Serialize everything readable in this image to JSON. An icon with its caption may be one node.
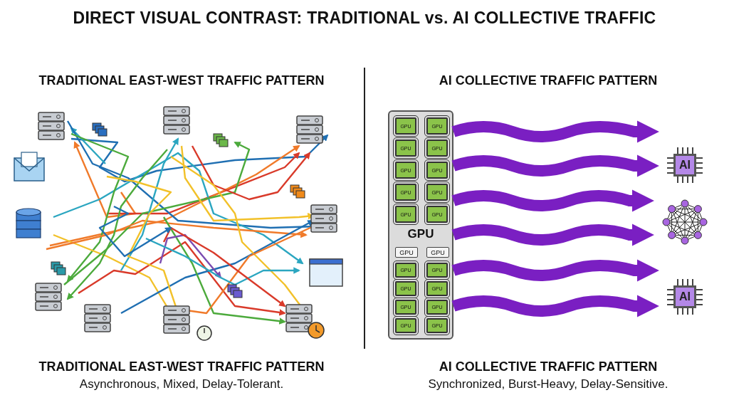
{
  "diagram": {
    "title": "DIRECT VISUAL CONTRAST: TRADITIONAL vs. AI COLLECTIVE TRAFFIC",
    "nodes": [
      {
        "text": [
          "GPU"
        ]
      },
      {
        "text": [
          "GPU"
        ],
        "in": 0
      },
      {
        "text": [
          "GPU"
        ],
        "in": 0
      },
      {
        "text": [
          "GPU"
        ],
        "in": 0
      },
      {
        "text": [
          "GPU"
        ],
        "in": 0
      },
      {
        "text": [
          "GPU"
        ],
        "in": 0
      },
      {
        "text": [
          "GPU"
        ],
        "in": 0
      },
      {
        "text": [
          "GPU"
        ],
        "in": 0
      },
      {
        "text": [
          "GPU"
        ],
        "in": 0
      },
      {
        "text": [
          "GPU"
        ],
        "in": 0
      },
      {
        "text": [
          "GPU"
        ],
        "in": 0
      },
      {
        "text": [
          "GPU"
        ],
        "in": 0
      },
      {
        "text": [
          "GPU"
        ],
        "in": 0
      },
      {
        "text": [
          "GPU"
        ],
        "in": 0
      },
      {
        "text": [
          "GPU"
        ],
        "in": 0
      },
      {
        "text": [
          "GPU"
        ],
        "in": 0
      },
      {
        "text": [
          "GPU"
        ],
        "in": 0
      },
      {
        "text": [
          "GPU"
        ],
        "in": 0
      },
      {
        "text": [
          "GPU"
        ],
        "in": 0
      },
      {
        "text": [
          "GPU"
        ],
        "in": 0
      },
      {
        "text": [
          "GPU"
        ],
        "in": 0
      },
      {
        "text": [
          "AI"
        ]
      },
      {
        "text": [],
        "shape": "network"
      },
      {
        "text": [
          "AI"
        ]
      }
    ],
    "edges": [
      {
        "from": 0,
        "to": 21,
        "arrow": "to"
      },
      {
        "from": 0,
        "to": 21,
        "arrow": "to"
      },
      {
        "from": 0,
        "to": 22,
        "arrow": "to"
      },
      {
        "from": 0,
        "to": 22,
        "arrow": "to"
      },
      {
        "from": 0,
        "to": 23,
        "arrow": "to"
      },
      {
        "from": 0,
        "to": 23,
        "arrow": "to"
      }
    ],
    "labels": [
      "TRADITIONAL EAST-WEST TRAFFIC PATTERN",
      "AI COLLECTIVE TRAFFIC PATTERN",
      "TRADITIONAL EAST-WEST TRAFFIC PATTERN",
      "Asynchronous, Mixed, Delay-Tolerant.",
      "AI COLLECTIVE TRAFFIC PATTERN",
      "Synchronized, Burst-Heavy, Delay-Sensitive."
    ]
  }
}
